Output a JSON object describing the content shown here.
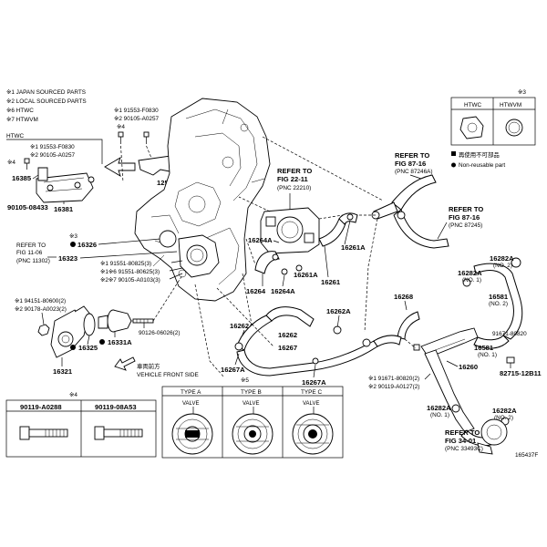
{
  "notes": {
    "n1": "※1 JAPAN SOURCED PARTS",
    "n2": "※2 LOCAL SOURCED PARTS",
    "n6": "※6 HTWC",
    "n7": "※7 HTWVM"
  },
  "labels": {
    "htwc_box": "HTWC",
    "p91553a": "※1 91553-F0830",
    "p90105a": "※2 90105-A0257",
    "s4a": "※4",
    "p16385": "16385",
    "p16381": "16381",
    "p90105b": "90105-08433",
    "top1": "※1 91553-F0830",
    "top2": "※2 90105-A0257",
    "s4b": "※4",
    "p12512c": "12512C",
    "s3a": "※3",
    "p16326": "16326",
    "refer_a1": "REFER TO",
    "refer_a2": "FIG 11-06",
    "refer_a3": "(PNC 11302)",
    "p16323": "16323",
    "r1": "※1 91551-80825(3)",
    "r2": "※1※6 91551-80625(3)",
    "r3": "※2※7 90105-A0103(3)",
    "p94151": "※1 94151-80600(2)",
    "p90178": "※2 90178-A0023(2)",
    "p16325": "16325",
    "p16331a": "16331A",
    "p90126": "90126-06026(2)",
    "p16321": "16321",
    "front_jp": "車両前方",
    "front_en": "VEHICLE FRONT SIDE",
    "refer_b1": "REFER TO",
    "refer_b2": "FIG 22-11",
    "refer_b3": "(PNC 22210)",
    "p16264a1": "16264A",
    "p16264": "16264",
    "p16264a2": "16264A",
    "p16261a1": "16261A",
    "p16261a2": "16261A",
    "p16261": "16261",
    "p16268": "16268",
    "p16262a1": "16262A",
    "p16262a2": "16262A",
    "p16262": "16262",
    "p16267": "16267",
    "p16267a1": "16267A",
    "p16267a2": "16267A",
    "refer_c1": "REFER TO",
    "refer_c2": "FIG 87-16",
    "refer_c3": "(PNC 87246A)",
    "refer_d1": "REFER TO",
    "refer_d2": "FIG 87-16",
    "refer_d3": "(PNC 87245)",
    "p16282a1": "16282A",
    "no2a": "(NO. 2)",
    "p16282a2": "16282A",
    "no1a": "(NO. 1)",
    "p16581a": "16581",
    "no2b": "(NO. 2)",
    "p91671a": "91671-80820",
    "p16581b": "16581",
    "no1b": "(NO. 1)",
    "p82715": "82715-12B11",
    "p16260": "16260",
    "p91671b": "※1 91671-80820(2)",
    "p90119": "※2 90119-A0127(2)",
    "p16282a3": "16282A",
    "no1c": "(NO. 1)",
    "p16282a4": "16282A",
    "no2c": "(NO. 2)",
    "refer_e1": "REFER TO",
    "refer_e2": "FIG 34-01",
    "refer_e3": "(PNC 33493C)",
    "fig_no": "165437F"
  },
  "legend": {
    "mark": "※3",
    "col1": "HTWC",
    "col2": "HTWVM",
    "item1": "再使用不可部品",
    "item2": "Non-reusable part"
  },
  "bolts_table": {
    "mark": "※4",
    "col1": "90119-A0288",
    "col2": "90119-08A53"
  },
  "valve_table": {
    "mark": "※5",
    "types": [
      "TYPE A",
      "TYPE B",
      "TYPE C"
    ],
    "valve": "VALVE"
  }
}
